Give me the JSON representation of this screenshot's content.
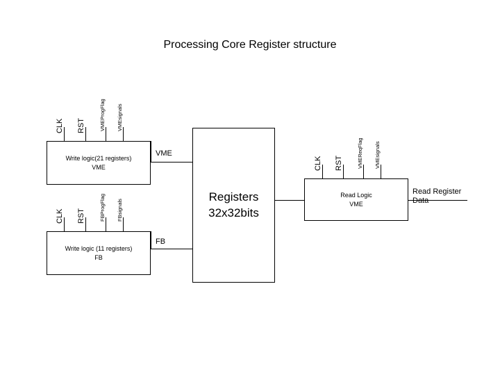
{
  "diagram": {
    "title": "Processing Core Register structure",
    "background_color": "#ffffff",
    "line_color": "#000000"
  },
  "blocks": {
    "write_vme": {
      "line1": "Write logic(21 registers)",
      "line2": "VME"
    },
    "write_fb": {
      "line1": "Write logic (11 registers)",
      "line2": "FB"
    },
    "registers": {
      "line1": "Registers",
      "line2": "32x32bits"
    },
    "read_vme": {
      "line1": "Read Logic",
      "line2": "VME"
    }
  },
  "pins": {
    "write_vme_inputs": [
      {
        "label": "CLK"
      },
      {
        "label": "RST"
      },
      {
        "label": "VMEProgFlag"
      },
      {
        "label": "VMEsignals"
      }
    ],
    "write_fb_inputs": [
      {
        "label": "CLK"
      },
      {
        "label": "RST"
      },
      {
        "label": "FBProgFlag"
      },
      {
        "label": "FBsignals"
      }
    ],
    "read_vme_inputs": [
      {
        "label": "CLK"
      },
      {
        "label": "RST"
      },
      {
        "label": "VMEReqFlag"
      },
      {
        "label": "VMEsignals"
      }
    ]
  },
  "wires": {
    "write_vme_to_registers": "VME",
    "write_fb_to_registers": "FB",
    "read_output_line1": "Read Register",
    "read_output_line2": "Data"
  }
}
